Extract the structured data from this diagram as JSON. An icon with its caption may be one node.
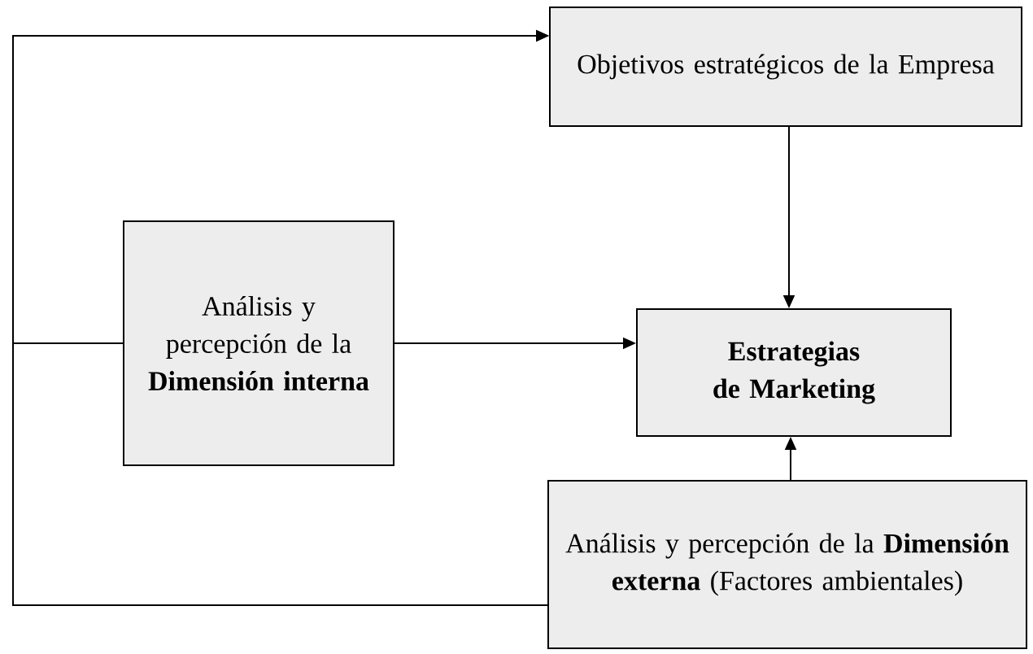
{
  "diagram": {
    "nodes": [
      {
        "text": [
          "Objetivos estratégicos de la Empresa"
        ]
      },
      {
        "text": [
          "Análisis y percepción de la **Dimensión interna**"
        ]
      },
      {
        "text": [
          "Estrategias de Marketing"
        ]
      },
      {
        "text": [
          "Análisis y percepción de la **Dimensión externa** (Factores ambientales)"
        ]
      }
    ],
    "edges": [
      {
        "from": 1,
        "to": 0,
        "arrow": "to"
      },
      {
        "from": 3,
        "to": 0,
        "arrow": "to"
      },
      {
        "from": 0,
        "to": 2,
        "arrow": "to"
      },
      {
        "from": 1,
        "to": 2,
        "arrow": "to"
      },
      {
        "from": 3,
        "to": 2,
        "arrow": "to"
      }
    ]
  }
}
